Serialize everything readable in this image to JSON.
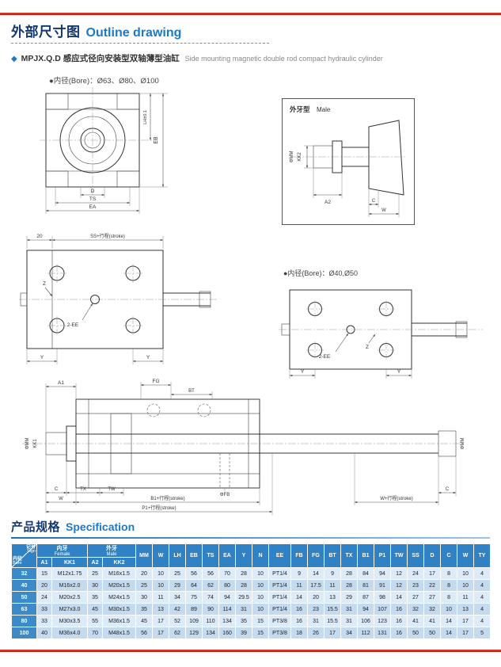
{
  "header": {
    "title_zh": "外部尺寸图",
    "title_en": "Outline drawing"
  },
  "product": {
    "bullet": "◆",
    "code": "MPJX.Q.D",
    "name_zh": "感应式径向安装型双轴薄型油缸",
    "name_en": "Side mounting magnetic double rod compact hydraulic cylinder"
  },
  "notes": {
    "bore_large": "●内径(Bore)：Ø63、Ø80、Ø100",
    "bore_small": "●内径(Bore)：Ø40,Ø50"
  },
  "drawings": {
    "front": {
      "eb": "EB",
      "lh": "LH±0.1",
      "d": "D",
      "ts": "TS",
      "ea": "EA"
    },
    "male": {
      "title_zh": "外牙型",
      "title_en": "Male",
      "mm": "ΦMM",
      "kk2": "KK2",
      "a2": "A2",
      "c": "C",
      "w": "W"
    },
    "side_a": {
      "d20": "20",
      "ss": "SS+行程(stroke)",
      "z": "Z",
      "ee": "2-EE",
      "y_left": "Y",
      "y_right": "Y"
    },
    "side_b": {
      "ee": "2-EE",
      "z": "Z",
      "y_left": "Y",
      "y_right": "Y"
    },
    "section": {
      "a1": "A1",
      "fg": "FG",
      "bt": "BT",
      "mm_left": "ΦMM",
      "kk1": "KK1",
      "c_left": "C",
      "tx": "TX",
      "tw": "TW",
      "fb": "ΦFB",
      "w_left": "W",
      "b1_stroke": "B1+行程(stroke)",
      "p1_stroke": "P1+行程(stroke)",
      "w_stroke": "W+行程(stroke)",
      "c_right": "C",
      "mm_right": "ΦMM"
    }
  },
  "spec": {
    "title_zh": "产品规格",
    "title_en": "Specification",
    "corner": {
      "sign_zh": "记号",
      "sign_en": "Sign",
      "bore_zh": "内径",
      "bore_en": "Bore"
    },
    "groups": [
      {
        "zh": "内牙",
        "en": "Female"
      },
      {
        "zh": "外牙",
        "en": "Male"
      }
    ],
    "subcols": [
      "A1",
      "KK1",
      "A2",
      "KK2"
    ],
    "cols": [
      "MM",
      "W",
      "LH",
      "EB",
      "TS",
      "EA",
      "Y",
      "N",
      "EE",
      "FB",
      "FG",
      "BT",
      "TX",
      "B1",
      "P1",
      "TW",
      "SS",
      "D",
      "C",
      "W",
      "TY"
    ],
    "rows": [
      [
        "32",
        "15",
        "M12x1.75",
        "25",
        "M16x1.5",
        "20",
        "10",
        "25",
        "56",
        "56",
        "70",
        "28",
        "10",
        "PT1/4",
        "9",
        "14",
        "9",
        "28",
        "84",
        "94",
        "12",
        "24",
        "17",
        "8",
        "10",
        "4"
      ],
      [
        "40",
        "20",
        "M16x2.0",
        "30",
        "M20x1.5",
        "25",
        "10",
        "29",
        "64",
        "62",
        "80",
        "28",
        "10",
        "PT1/4",
        "11",
        "17.5",
        "11",
        "28",
        "81",
        "91",
        "12",
        "23",
        "22",
        "8",
        "10",
        "4"
      ],
      [
        "50",
        "24",
        "M20x2.5",
        "35",
        "M24x1.5",
        "30",
        "11",
        "34",
        "75",
        "74",
        "94",
        "29.5",
        "10",
        "PT1/4",
        "14",
        "20",
        "13",
        "29",
        "87",
        "98",
        "14",
        "27",
        "27",
        "8",
        "11",
        "4"
      ],
      [
        "63",
        "33",
        "M27x3.0",
        "45",
        "M30x1.5",
        "35",
        "13",
        "42",
        "89",
        "90",
        "114",
        "31",
        "10",
        "PT1/4",
        "16",
        "23",
        "15.5",
        "31",
        "94",
        "107",
        "16",
        "32",
        "32",
        "10",
        "13",
        "4"
      ],
      [
        "80",
        "33",
        "M30x3.5",
        "55",
        "M36x1.5",
        "45",
        "17",
        "52",
        "109",
        "110",
        "134",
        "35",
        "15",
        "PT3/8",
        "16",
        "31",
        "15.5",
        "31",
        "106",
        "123",
        "16",
        "41",
        "41",
        "14",
        "17",
        "4"
      ],
      [
        "100",
        "40",
        "M36x4.0",
        "70",
        "M48x1.5",
        "56",
        "17",
        "62",
        "129",
        "134",
        "160",
        "39",
        "15",
        "PT3/8",
        "18",
        "26",
        "17",
        "34",
        "112",
        "131",
        "16",
        "50",
        "50",
        "14",
        "17",
        "5"
      ]
    ]
  },
  "colors": {
    "accent_red": "#c0241a",
    "title_navy": "#15386e",
    "title_blue": "#1b79c8",
    "table_header_bg": "#3182c4",
    "row_light": "#dcebf7",
    "row_dark": "#c3daef"
  }
}
